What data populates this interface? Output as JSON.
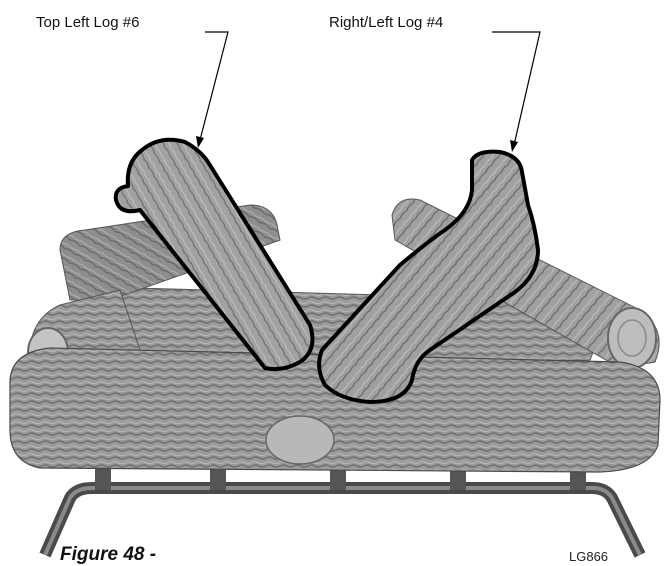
{
  "labels": {
    "log6": "Top Left Log #6",
    "log4": "Right/Left Log #4"
  },
  "caption": "Figure 48 -",
  "code": "LG866"
}
